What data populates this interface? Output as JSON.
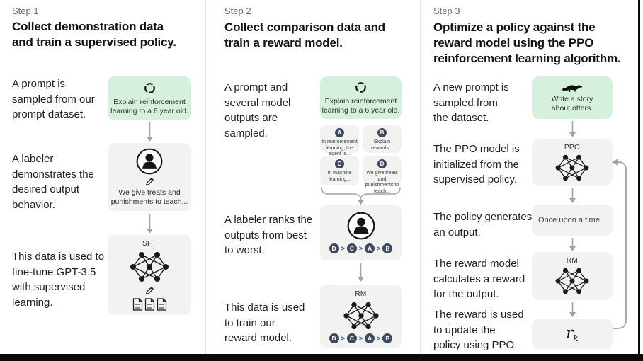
{
  "colors": {
    "background": "#ffffff",
    "green_box": "#d5f0dd",
    "gray_box": "#f2f2f0",
    "badge": "#3f4a5c",
    "arrow": "#9ba2b7",
    "step_label": "#6b6b6b",
    "title_text": "#121212",
    "divider": "#e6e6e4",
    "frame": "#0a0a0a"
  },
  "icons": {
    "prompt_sampling": "cycle-icon",
    "labeler": "person-icon",
    "writing": "pencil-icon",
    "data": "documents-icon",
    "model": "neural-network-icon",
    "otter_prompt": "otter-icon",
    "flow": "arrow-down-icon",
    "merge": "brace-icon",
    "feedback": "loop-arrow-icon"
  },
  "columns": [
    {
      "step_label": "Step 1",
      "title": "Collect demonstration data\nand train a supervised policy.",
      "caption_prompt": "A prompt is\nsampled from our\nprompt dataset.",
      "caption_labeler": "A labeler\ndemonstrates the\ndesired output\nbehavior.",
      "caption_finetune": "This data is used to\nfine-tune GPT-3.5\nwith supervised\nlearning.",
      "prompt_box": {
        "text": "Explain reinforcement\nlearning to a 6 year old."
      },
      "labeler_box": {
        "text": "We give treats and\npunishments to teach..."
      },
      "sft_box": {
        "label": "SFT"
      }
    },
    {
      "step_label": "Step 2",
      "title": "Collect comparison data and\ntrain a reward model.",
      "caption_sampled": "A prompt and\nseveral model\noutputs are\nsampled.",
      "caption_ranks": "A labeler ranks the\noutputs from best\nto worst.",
      "caption_train": "This data is used\nto train our\nreward model.",
      "prompt_box": {
        "text": "Explain reinforcement\nlearning to a 6 year old."
      },
      "outputs": [
        {
          "label": "A",
          "text": "In reinforcement\nlearning, the\nagent is..."
        },
        {
          "label": "B",
          "text": "Explain rewards..."
        },
        {
          "label": "C",
          "text": "In machine\nlearning..."
        },
        {
          "label": "D",
          "text": "We give treats and\npunishments to\nteach..."
        }
      ],
      "ranking": {
        "order": [
          "D",
          "C",
          "A",
          "B"
        ],
        "separator": ">"
      },
      "rm_box": {
        "label": "RM"
      }
    },
    {
      "step_label": "Step 3",
      "title": "Optimize a policy against the\nreward model using the PPO\nreinforcement learning algorithm.",
      "caption_new_prompt": "A new prompt is\nsampled from\nthe dataset.",
      "caption_ppo_init": "The PPO model is\ninitialized from the\nsupervised policy.",
      "caption_generates": "The policy generates\nan output.",
      "caption_reward_calc": "The reward model\ncalculates a reward\nfor the output.",
      "caption_reward_update": "The reward is used\nto update the\npolicy using PPO.",
      "prompt_box": {
        "text": "Write a story\nabout otters."
      },
      "ppo_box": {
        "label": "PPO"
      },
      "output_box": {
        "text": "Once upon a time..."
      },
      "rm_box": {
        "label": "RM"
      },
      "reward_box": {
        "base": "r",
        "subscript": "k"
      }
    }
  ]
}
